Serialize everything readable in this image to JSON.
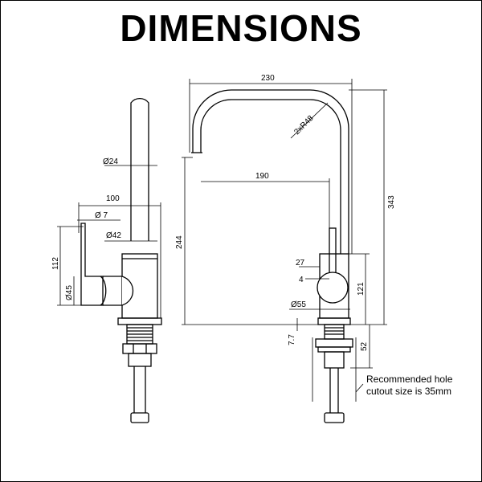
{
  "title": "DIMENSIONS",
  "labels": {
    "d24": "Ø24",
    "d100": "100",
    "d7": "Ø 7",
    "d42": "Ø42",
    "d112": "112",
    "d45": "Ø45",
    "d230": "230",
    "d2xr48": "2xR48",
    "d190": "190",
    "d244": "244",
    "d343": "343",
    "d27": "27",
    "d4": "4",
    "d121": "121",
    "d55": "Ø55",
    "d77": "7.7",
    "d52": "52"
  },
  "note": {
    "line1": "Recommended hole",
    "line2": "cutout size is 35mm"
  }
}
